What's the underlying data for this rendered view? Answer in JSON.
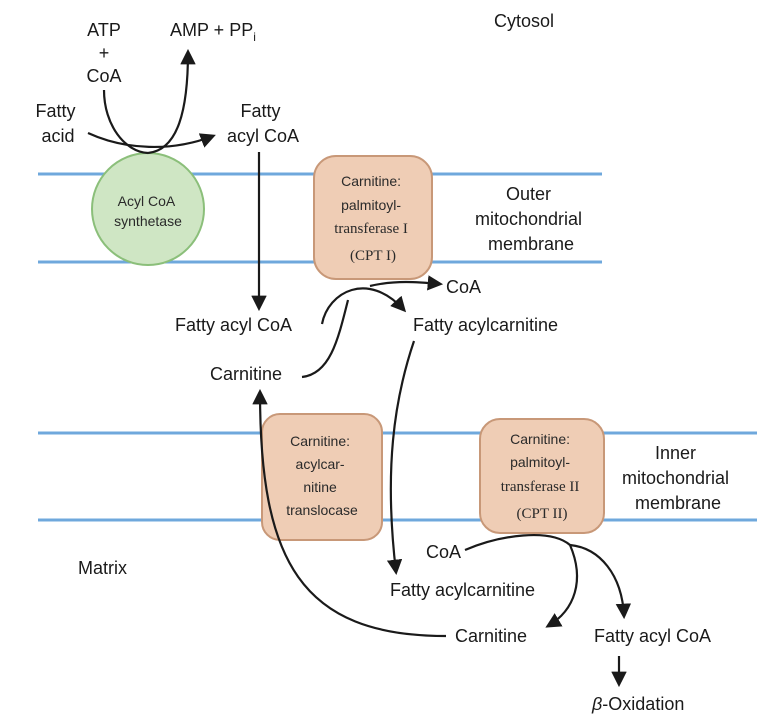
{
  "compartments": {
    "cytosol": "Cytosol",
    "outer_membrane": [
      "Outer",
      "mitochondrial",
      "membrane"
    ],
    "inner_membrane": [
      "Inner",
      "mitochondrial",
      "membrane"
    ],
    "matrix": "Matrix"
  },
  "enzymes": {
    "acyl_coa_synthetase": [
      "Acyl CoA",
      "synthetase"
    ],
    "cpt1": [
      "Carnitine:",
      "palmitoyl-",
      "transferase I",
      "(CPT I)"
    ],
    "translocase": [
      "Carnitine:",
      "acylcar-",
      "nitine",
      "translocase"
    ],
    "cpt2": [
      "Carnitine:",
      "palmitoyl-",
      "transferase II",
      "(CPT II)"
    ]
  },
  "metabolites": {
    "atp": "ATP",
    "plus": "+",
    "coa_top": "CoA",
    "amp_ppi": "AMP + PP",
    "amp_ppi_sub": "i",
    "fatty_acid": [
      "Fatty",
      "acid"
    ],
    "fatty_acyl_coa_cytosol": [
      "Fatty",
      "acyl CoA"
    ],
    "coa_released_outer": "CoA",
    "fatty_acyl_coa_ims": "Fatty acyl CoA",
    "fatty_acylcarnitine_ims": "Fatty acylcarnitine",
    "carnitine_ims": "Carnitine",
    "coa_matrix": "CoA",
    "fatty_acylcarnitine_matrix": "Fatty acylcarnitine",
    "carnitine_matrix": "Carnitine",
    "fatty_acyl_coa_matrix": "Fatty acyl CoA",
    "beta_symbol": "β",
    "oxidation": "-Oxidation"
  },
  "colors": {
    "membrane": "#6fa8dc",
    "synthetase_fill": "#cfe6c4",
    "synthetase_stroke": "#8bbf7a",
    "enzyme_fill": "#efcdb5",
    "enzyme_stroke": "#c89878",
    "arrow": "#1a1a1a"
  }
}
